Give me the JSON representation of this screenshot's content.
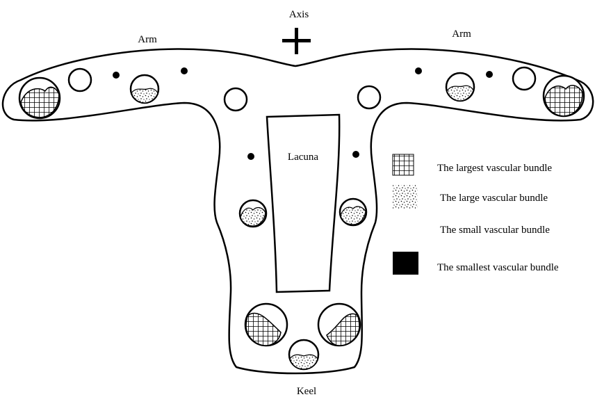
{
  "labels": {
    "axis": "Axis",
    "arm_left": "Arm",
    "arm_right": "Arm",
    "lacuna": "Lacuna",
    "keel": "Keel"
  },
  "legend": [
    {
      "pattern": "grid-hatch",
      "text": "The largest vascular bundle"
    },
    {
      "pattern": "stipple",
      "text": "The large vascular bundle"
    },
    {
      "pattern": "open-circle",
      "text": "The small  vascular bundle"
    },
    {
      "pattern": "solid-black",
      "text": "The smallest  vascular bundle"
    }
  ],
  "colors": {
    "stroke": "#000000",
    "fill": "#ffffff"
  }
}
